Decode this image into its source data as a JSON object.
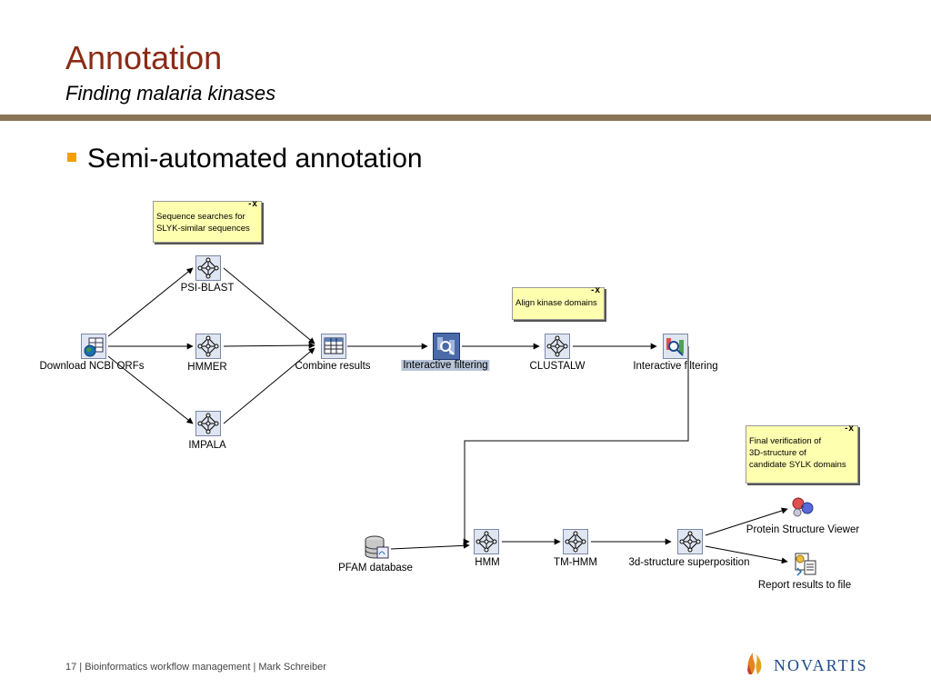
{
  "slide": {
    "title": "Annotation",
    "subtitle": "Finding malaria kinases",
    "bullet": "Semi-automated annotation"
  },
  "workflow": {
    "nodes": {
      "download_ncbi": "Download NCBI ORFs",
      "psi_blast": "PSI-BLAST",
      "hmmer": "HMMER",
      "impala": "IMPALA",
      "combine": "Combine results",
      "interactive_filtering_1": "Interactive filtering",
      "clustalw": "CLUSTALW",
      "interactive_filtering_2": "Interactive filtering",
      "pfam": "PFAM database",
      "hmm": "HMM",
      "tm_hmm": "TM-HMM",
      "superposition": "3d-structure superposition",
      "protein_viewer": "Protein Structure Viewer",
      "report": "Report results to file"
    },
    "notes": {
      "sequence_searches": [
        "Sequence searches for",
        "SLYK-similar sequences"
      ],
      "align_kinase": [
        "Align kinase domains"
      ],
      "final_verification": [
        "Final verification of",
        "3D-structure of",
        "candidate SYLK domains"
      ]
    },
    "note_controls": "-x"
  },
  "footer": {
    "text": "17 | Bioinformatics workflow management | Mark Schreiber"
  },
  "logo": {
    "name": "NOVARTIS"
  },
  "colors": {
    "title": "#8b2a15",
    "rule": "#8a7458",
    "bullet": "#f2a000",
    "note_bg": "#ffffb0",
    "logo": "#1d4a8a"
  }
}
